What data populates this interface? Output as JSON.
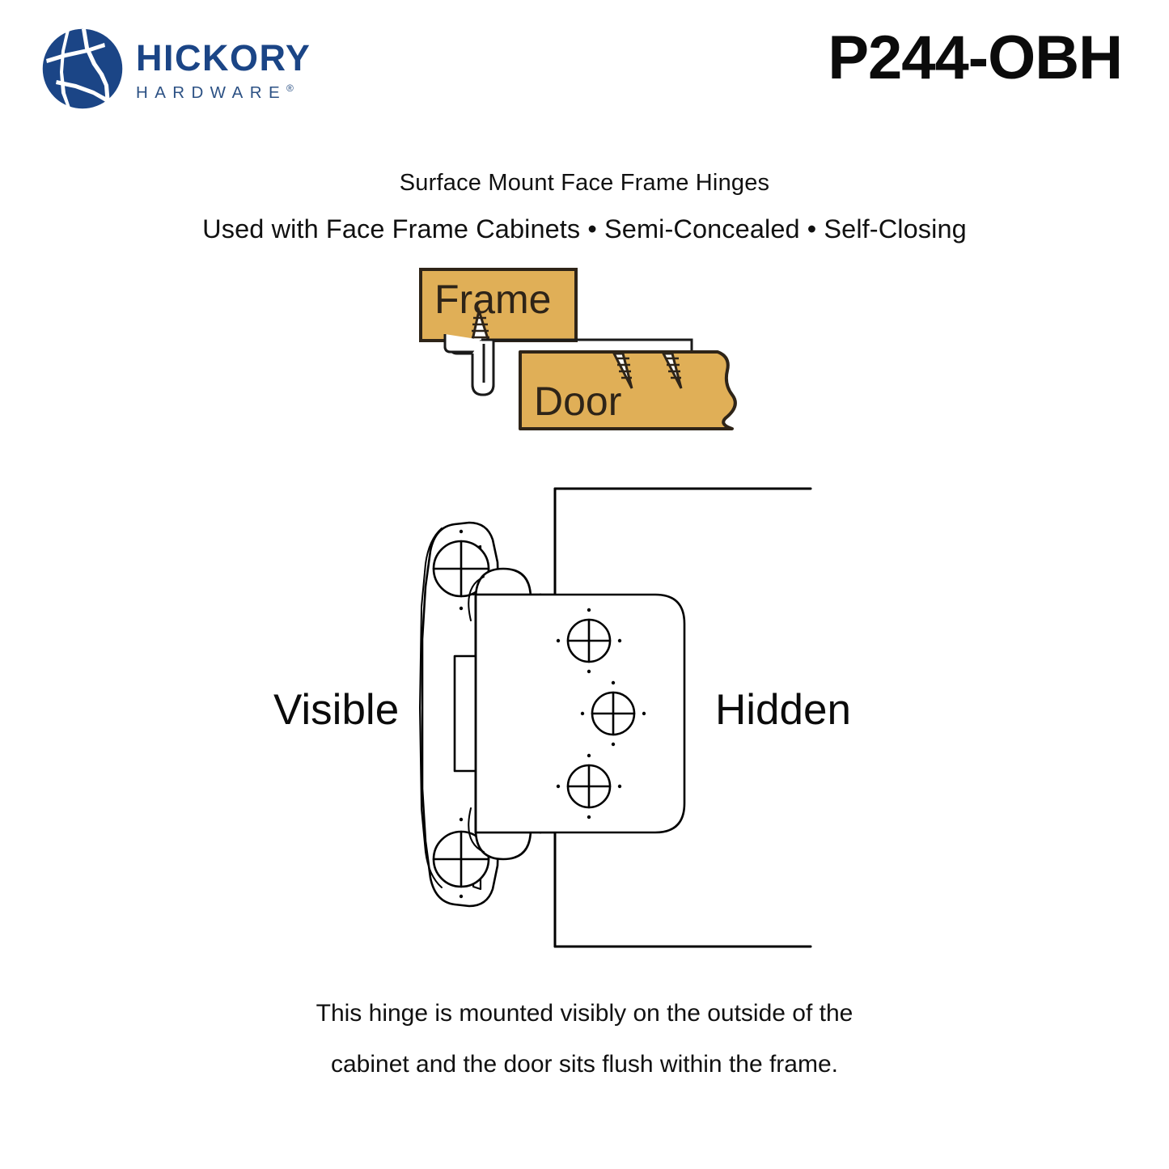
{
  "header": {
    "brand_name": "HICKORY",
    "brand_sub": "HARDWARE",
    "brand_sub_mark": "®",
    "product_code": "P244-OBH",
    "logo_icon": "hickory-circle-logo",
    "brand_color": "#1B4586",
    "brand_sub_color": "#2C5184"
  },
  "subtitles": {
    "line1": "Surface Mount Face Frame Hinges",
    "line2": "Used with Face Frame Cabinets • Semi-Concealed • Self-Closing"
  },
  "cross_section": {
    "frame_label": "Frame",
    "door_label": "Door",
    "wood_fill": "#E0AF57",
    "wood_stroke": "#2E2418",
    "hinge_fill": "#FFFFFF",
    "hinge_stroke": "#1A1A1A"
  },
  "hinge_diagram": {
    "visible_label": "Visible",
    "hidden_label": "Hidden",
    "line_color": "#000000",
    "fill_color": "#FFFFFF",
    "screw_holes": 5,
    "mounting_plate_screws": 3,
    "decorative_plate_screws": 2
  },
  "footer": {
    "line1": "This hinge is mounted visibly on the outside of the",
    "line2": "cabinet and the door sits flush within the frame."
  }
}
